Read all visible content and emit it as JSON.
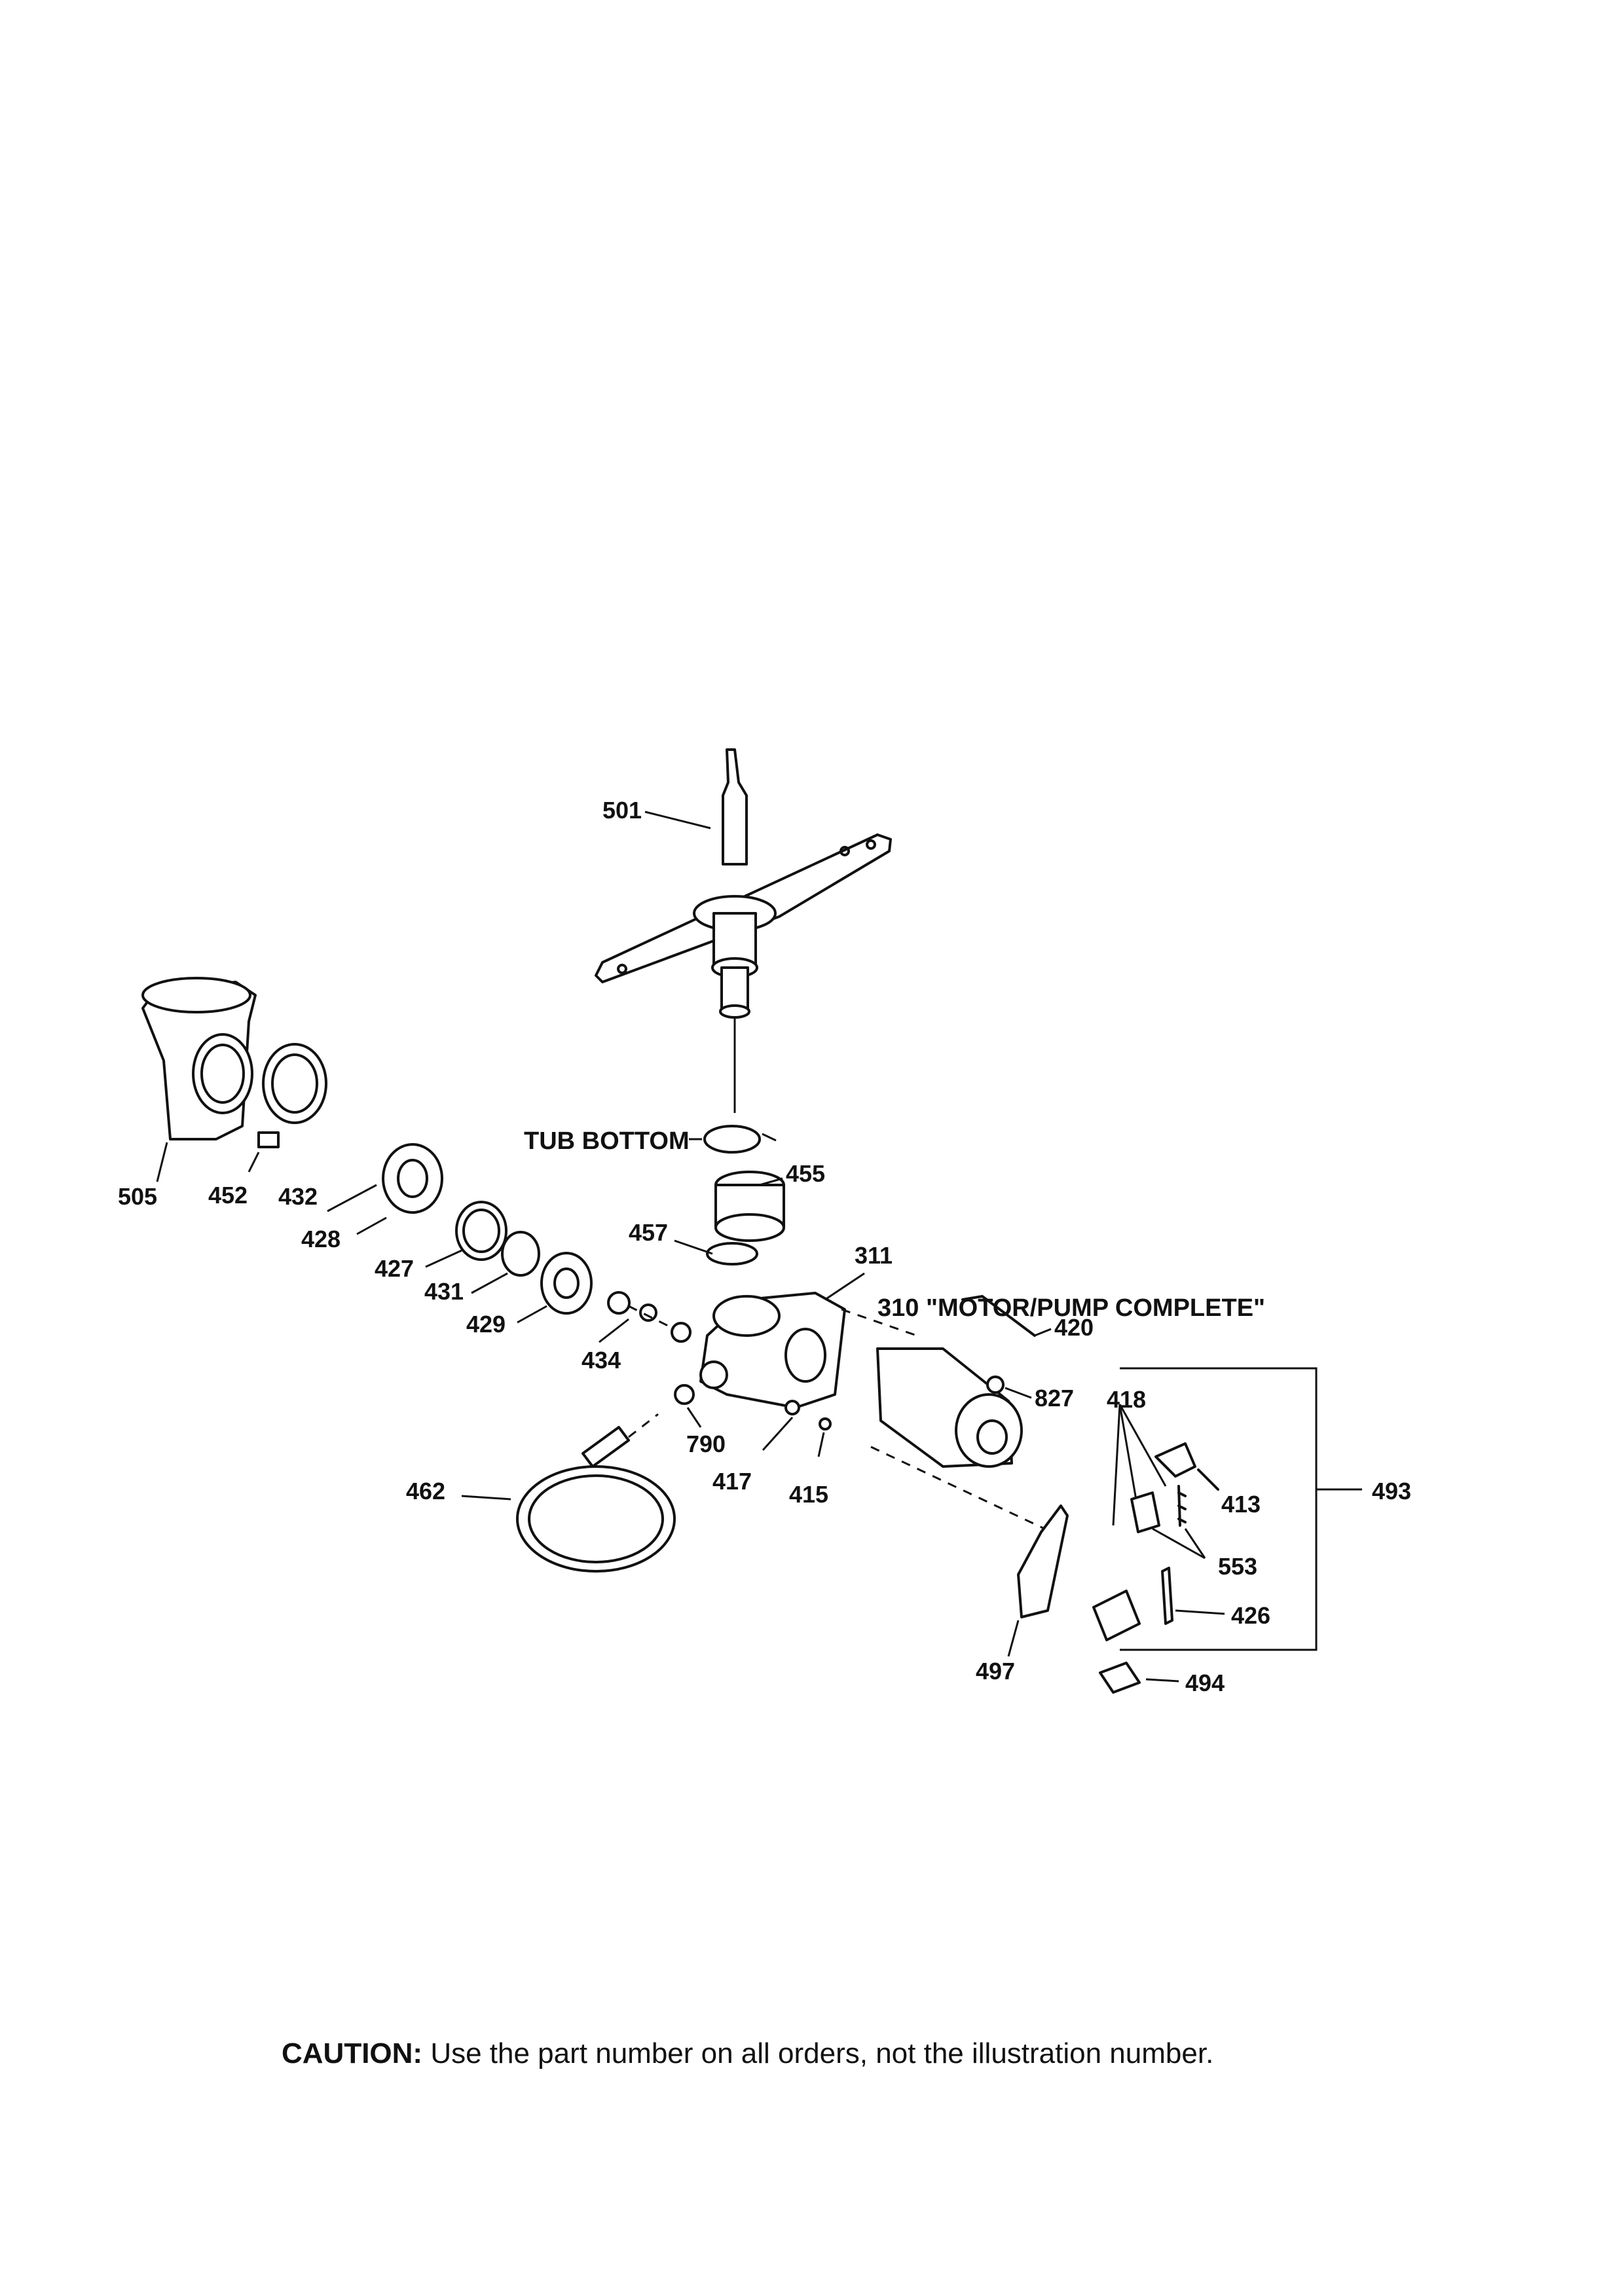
{
  "callouts": {
    "c501": "501",
    "c505": "505",
    "c452": "452",
    "c432": "432",
    "c428": "428",
    "c427": "427",
    "c431": "431",
    "c429": "429",
    "c434": "434",
    "c457": "457",
    "c455": "455",
    "c311": "311",
    "c420": "420",
    "c827": "827",
    "c418": "418",
    "c413": "413",
    "c493": "493",
    "c553": "553",
    "c426": "426",
    "c494": "494",
    "c497": "497",
    "c790": "790",
    "c417": "417",
    "c415": "415",
    "c462": "462"
  },
  "labels": {
    "tub_bottom": "TUB BOTTOM",
    "motor_pump": "310 \"MOTOR/PUMP COMPLETE\""
  },
  "caution": {
    "label": "CAUTION:",
    "text": " Use the part number on all orders, not the illustration number."
  }
}
